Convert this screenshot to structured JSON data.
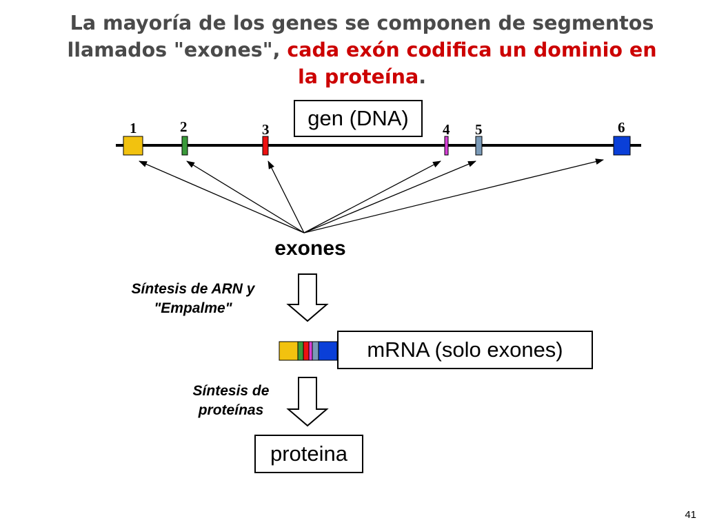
{
  "title": {
    "line1": "La mayoría de los genes se componen de segmentos",
    "line2_normal": "llamados \"exones\", ",
    "line2_highlight": "cada exón codifica un dominio en",
    "line3_highlight": "la proteína",
    "line3_end": "."
  },
  "gene_label": "gen (DNA)",
  "exons": [
    {
      "number": "1",
      "color": "#f2c20f"
    },
    {
      "number": "2",
      "color": "#3a9a3a"
    },
    {
      "number": "3",
      "color": "#ee1111"
    },
    {
      "number": "4",
      "color": "#d63fd6"
    },
    {
      "number": "5",
      "color": "#7a9ab8"
    },
    {
      "number": "6",
      "color": "#0a3fd8"
    }
  ],
  "exons_label": "exones",
  "step1_label": {
    "line1": "Síntesis de ARN y",
    "line2": "\"Empalme\""
  },
  "mrna_label": "mRNA (solo exones)",
  "step2_label": {
    "line1": "Síntesis de",
    "line2": "proteínas"
  },
  "protein_label": "proteina",
  "page_number": "41"
}
